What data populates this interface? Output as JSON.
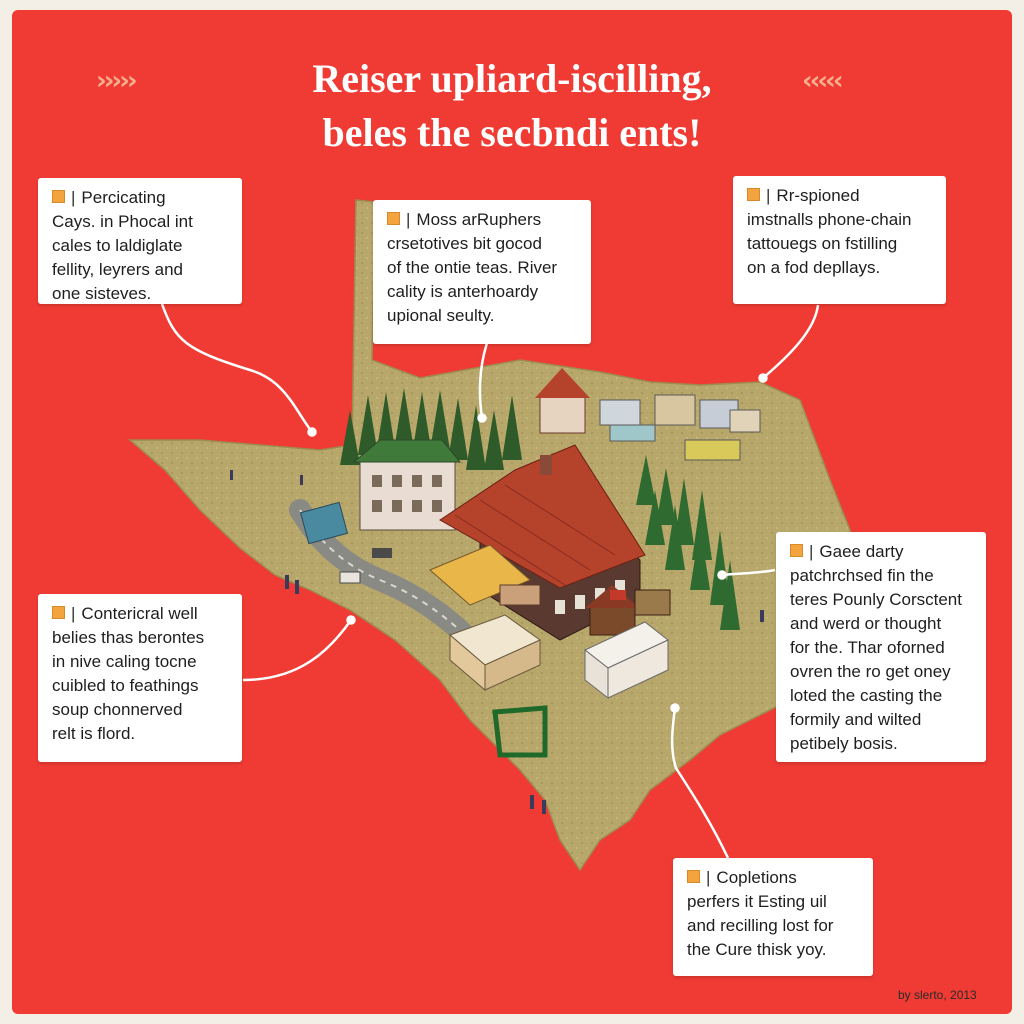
{
  "title": {
    "line1": "Reiser upliard-iscilling,",
    "line2": "beles the secbndi ents!",
    "left_ornament": "›››››",
    "right_ornament": "‹‹‹‹‹"
  },
  "notes": [
    {
      "heading": "Percicating",
      "body": "Cays. in Phocal int\ncales to laldiglate\nfellity, leyrers and\none sisteves."
    },
    {
      "heading": "Moss arRuphers",
      "body": "crsetotives bit gocod\nof the ontie teas. River\ncality is anterhoardy\nupional seulty."
    },
    {
      "heading": "Rr-spioned",
      "body": "imstnalls phone-chain\ntattouegs on fstilling\non a fod depllays."
    },
    {
      "heading": "Contericral well",
      "body": "belies thas berontes\nin nive caling tocne\ncuibled to feathings\nsoup chonnerved\nrelt is flord."
    },
    {
      "heading": "Gaee darty",
      "body": "patchrchsed fin the\nteres Pounly Corsctent\nand werd or thought\nfor the. Thar oforned\novren the ro get oney\nloted the casting the\nformily and wilted\npetibely bosis."
    },
    {
      "heading": "Copletions",
      "body": "perfers it Esting uil\nand recilling lost for\nthe Cure thisk yoy."
    }
  ],
  "credit": "by slerto, 2013",
  "colors": {
    "background": "#ef3b33",
    "land": "#b8a76a",
    "roof": "#b5432c",
    "tree": "#2f5a2a",
    "note_badge": "#f3a43f"
  },
  "icons": [
    "note-badge-icon",
    "house-icon",
    "building-icon",
    "tree-icon",
    "car-icon"
  ]
}
